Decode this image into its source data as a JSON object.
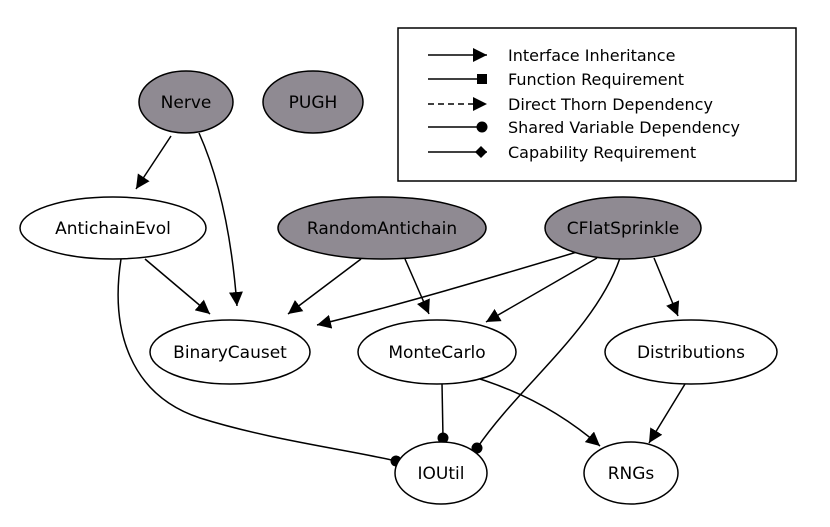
{
  "colors": {
    "shaded": "#8f8a92",
    "plain": "#ffffff",
    "stroke": "#000000"
  },
  "nodes": {
    "nerve": "Nerve",
    "pugh": "PUGH",
    "antichain_evol": "AntichainEvol",
    "random_antichain": "RandomAntichain",
    "cflat_sprinkle": "CFlatSprinkle",
    "binary_causet": "BinaryCauset",
    "monte_carlo": "MonteCarlo",
    "distributions": "Distributions",
    "ioutil": "IOUtil",
    "rngs": "RNGs"
  },
  "legend": {
    "interface_inheritance": "Interface Inheritance",
    "function_requirement": "Function Requirement",
    "direct_thorn_dependency": "Direct Thorn Dependency",
    "shared_variable_dependency": "Shared Variable Dependency",
    "capability_requirement": "Capability Requirement"
  }
}
